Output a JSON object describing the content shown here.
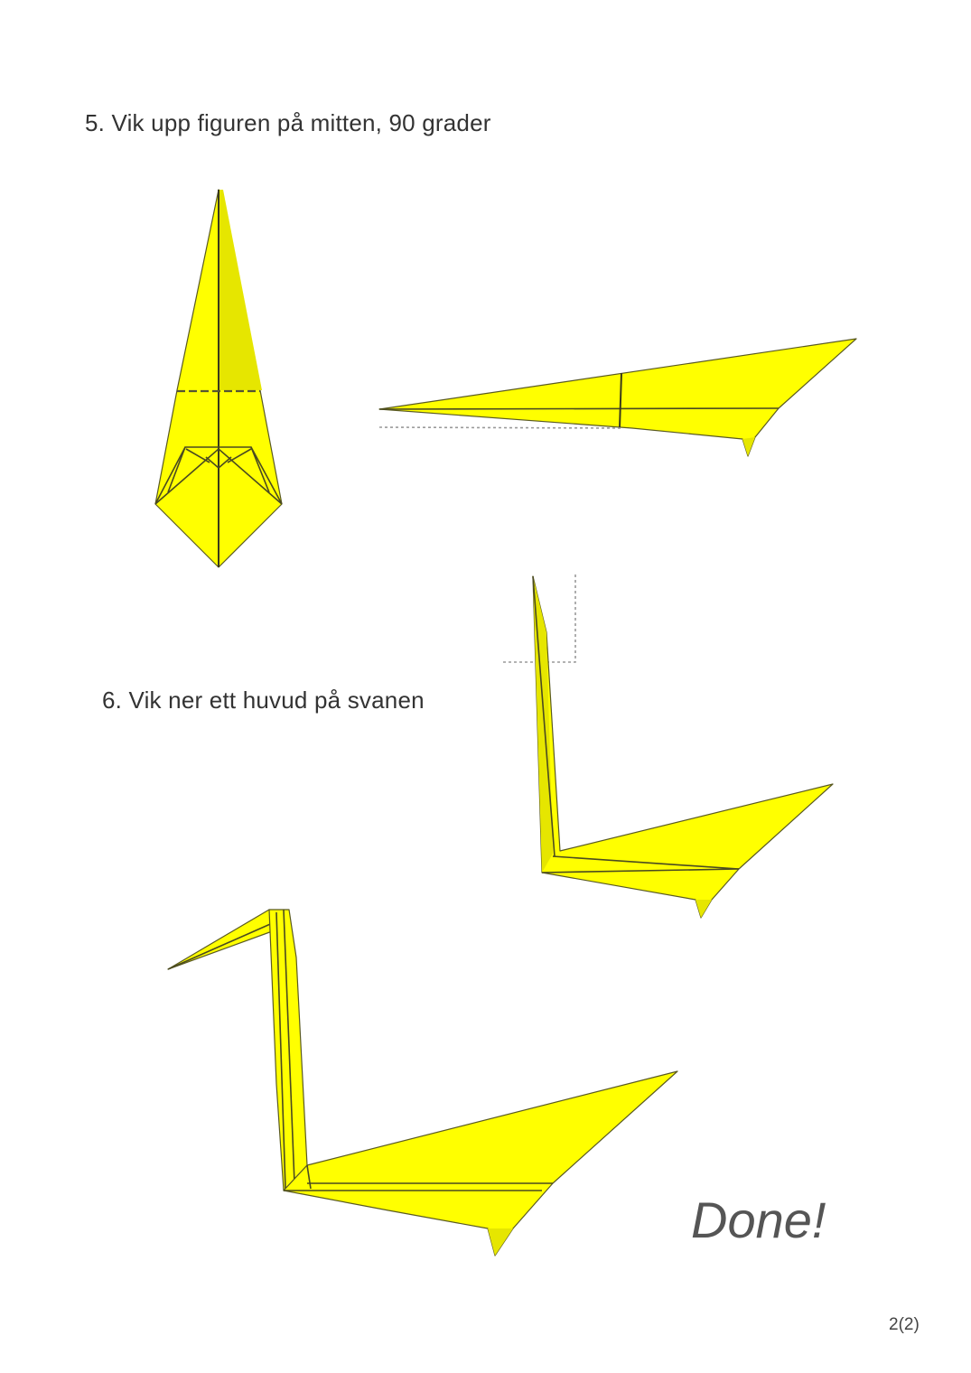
{
  "steps": {
    "step5": "5. Vik upp figuren på mitten, 90 grader",
    "step6": "6. Vik ner ett huvud på svanen"
  },
  "done_text": "Done!",
  "page_number": "2(2)",
  "colors": {
    "paper": "#ffff00",
    "fold_line": "#4a4a20",
    "guide_line": "#9a9a9a"
  }
}
